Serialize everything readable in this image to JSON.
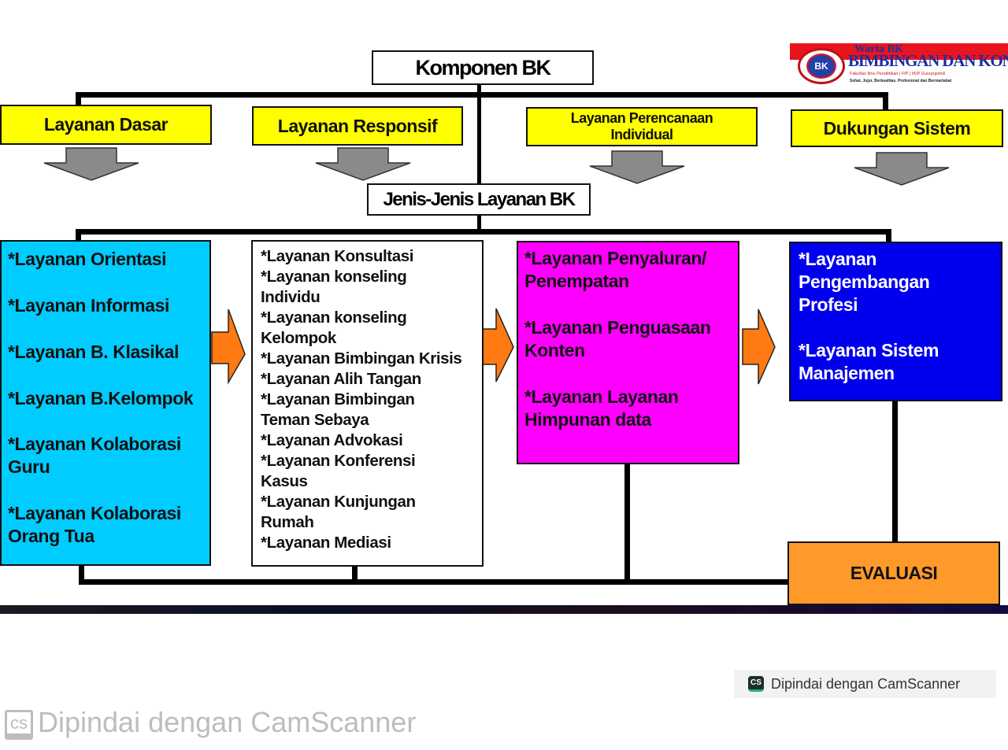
{
  "diagram": {
    "root": "Komponen BK",
    "components": [
      {
        "id": "dasar",
        "label": "Layanan Dasar"
      },
      {
        "id": "responsif",
        "label": "Layanan Responsif"
      },
      {
        "id": "perencanaan",
        "label": "Layanan Perencanaan\nIndividual"
      },
      {
        "id": "dukungan",
        "label": "Dukungan Sistem"
      }
    ],
    "middle_title": "Jenis-Jenis Layanan BK",
    "service_groups": [
      {
        "component": "Layanan Dasar",
        "color": "#00ccff",
        "items": [
          "*Layanan Orientasi",
          "*Layanan Informasi",
          "*Layanan B. Klasikal",
          "*Layanan B.Kelompok",
          "*Layanan Kolaborasi\n  Guru",
          "*Layanan Kolaborasi\n  Orang Tua"
        ]
      },
      {
        "component": "Layanan Responsif",
        "color": "#ffffff",
        "items": [
          "*Layanan Konsultasi",
          "*Layanan konseling\n  Individu",
          "*Layanan konseling\n  Kelompok",
          "*Layanan Bimbingan Krisis",
          "*Layanan Alih Tangan",
          "*Layanan Bimbingan\n  Teman Sebaya",
          "*Layanan Advokasi",
          "*Layanan Konferensi\n  Kasus",
          "*Layanan Kunjungan\n  Rumah",
          "*Layanan Mediasi"
        ]
      },
      {
        "component": "Layanan Perencanaan Individual",
        "color": "#ff00ff",
        "items": [
          "*Layanan Penyaluran/\n Penempatan",
          "*Layanan Penguasaan\n Konten",
          "*Layanan Layanan\n Himpunan data"
        ]
      },
      {
        "component": "Dukungan Sistem",
        "color": "#0000ee",
        "items": [
          "*Layanan\n Pengembangan\n Profesi",
          "*Layanan Sistem\n Manajemen"
        ]
      }
    ],
    "evaluation": "EVALUASI"
  },
  "logo": {
    "emblem": "BK",
    "kicker": "Warta BK",
    "title": "BIMBINGAN DAN KONSELING",
    "subtitle": "Fakultas Ilmu Pendidikan | FIP | IKIP Gunungsitoli",
    "tagline": "Sehat, Jujur, Berkualitas, Profesional dan Bermartabat"
  },
  "watermarks": {
    "badge_icon": "CS",
    "badge_text": "Dipindai dengan CamScanner",
    "large_icon": "cs",
    "large_text": "Dipindai dengan CamScanner"
  },
  "colors": {
    "component_fill": "#ffff00",
    "down_arrow": "#8a8a8a",
    "flow_arrow": "#ff7a12",
    "evaluation_fill": "#ff9a2a"
  }
}
